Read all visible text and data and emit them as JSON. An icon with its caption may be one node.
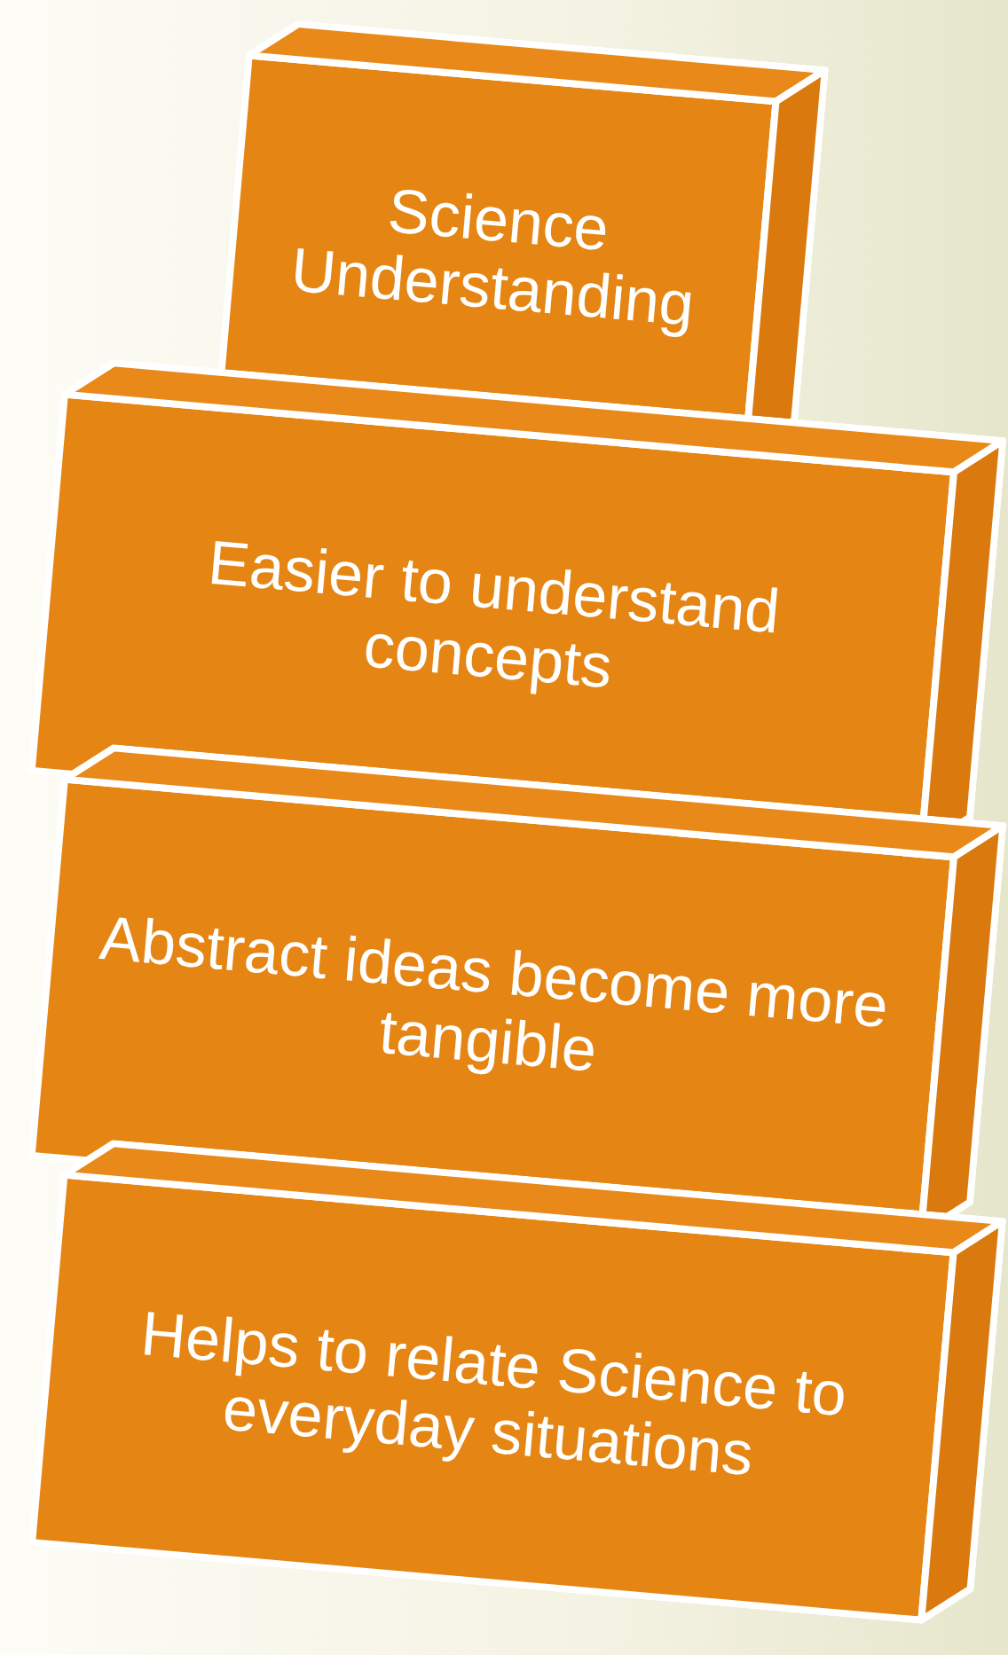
{
  "diagram": {
    "nodes": [
      {
        "text": [
          "Science Understanding"
        ]
      },
      {
        "text": [
          "Easier to understand concepts"
        ]
      },
      {
        "text": [
          "Abstract ideas become more tangible"
        ]
      },
      {
        "text": [
          "Helps to relate Science to everyday situations"
        ]
      }
    ],
    "edges": []
  }
}
